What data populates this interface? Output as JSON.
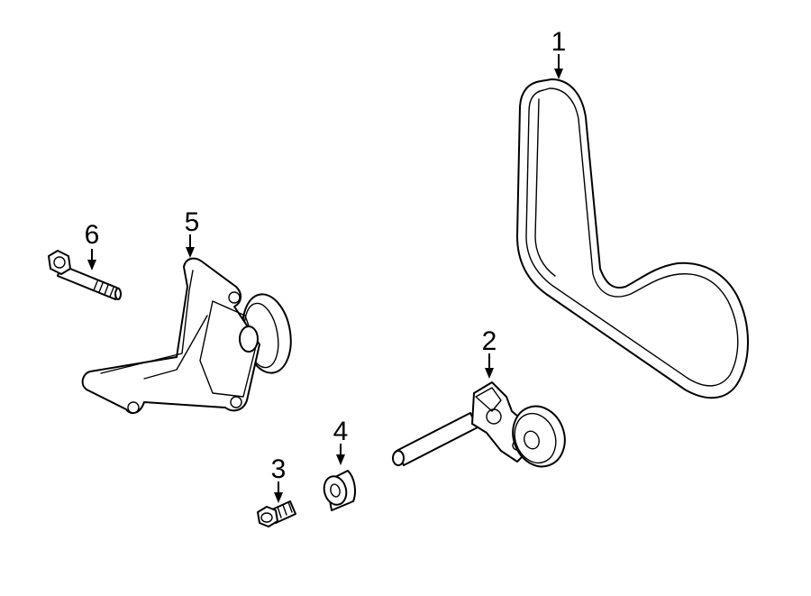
{
  "callouts": {
    "belt": "1",
    "tensioner": "2",
    "small_bolt": "3",
    "spacer": "4",
    "bracket": "5",
    "long_bolt": "6"
  }
}
